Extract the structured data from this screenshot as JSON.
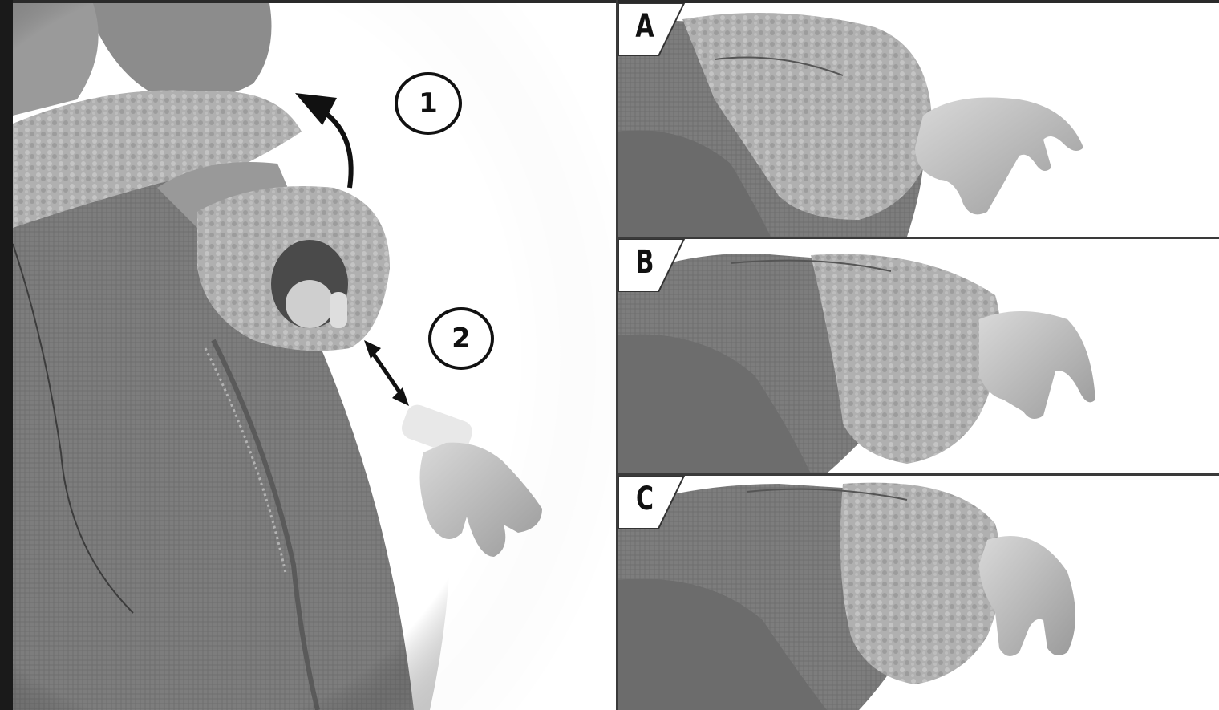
{
  "callouts": [
    {
      "label": "1"
    },
    {
      "label": "2"
    }
  ],
  "panels": [
    {
      "label": "A"
    },
    {
      "label": "B"
    },
    {
      "label": "C"
    }
  ],
  "colors": {
    "ink": "#111111",
    "fabric_dark": "#6e6e6e",
    "fabric_mid": "#8a8a8a",
    "fleece": "#b5b5b5",
    "skin": "#a9a9a9"
  }
}
